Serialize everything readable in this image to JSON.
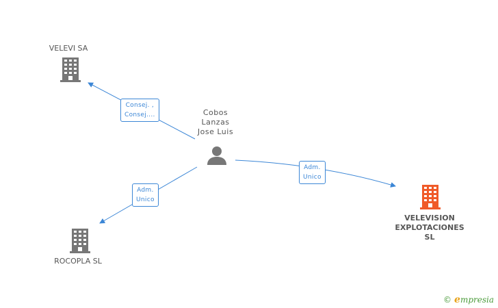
{
  "colors": {
    "edge": "#3b86d6",
    "company_icon": "#777777",
    "highlight_icon": "#f05a28",
    "person_icon": "#777777"
  },
  "nodes": {
    "velevi": {
      "label": "VELEVI SA",
      "icon": "building-icon"
    },
    "person": {
      "label": "Cobos\nLanzas\nJose Luis",
      "icon": "person-icon"
    },
    "rocopla": {
      "label": "ROCOPLA SL",
      "icon": "building-icon"
    },
    "velevision": {
      "label": "VELEVISION\nEXPLOTACIONES\nSL",
      "icon": "building-icon"
    }
  },
  "edges": {
    "to_velevi": {
      "label": "Consej. ,\nConsej...."
    },
    "to_rocopla": {
      "label": "Adm.\nUnico"
    },
    "to_velevision": {
      "label": "Adm.\nUnico"
    }
  },
  "brand": {
    "copyright": "©",
    "initial": "e",
    "name": "mpresia"
  }
}
